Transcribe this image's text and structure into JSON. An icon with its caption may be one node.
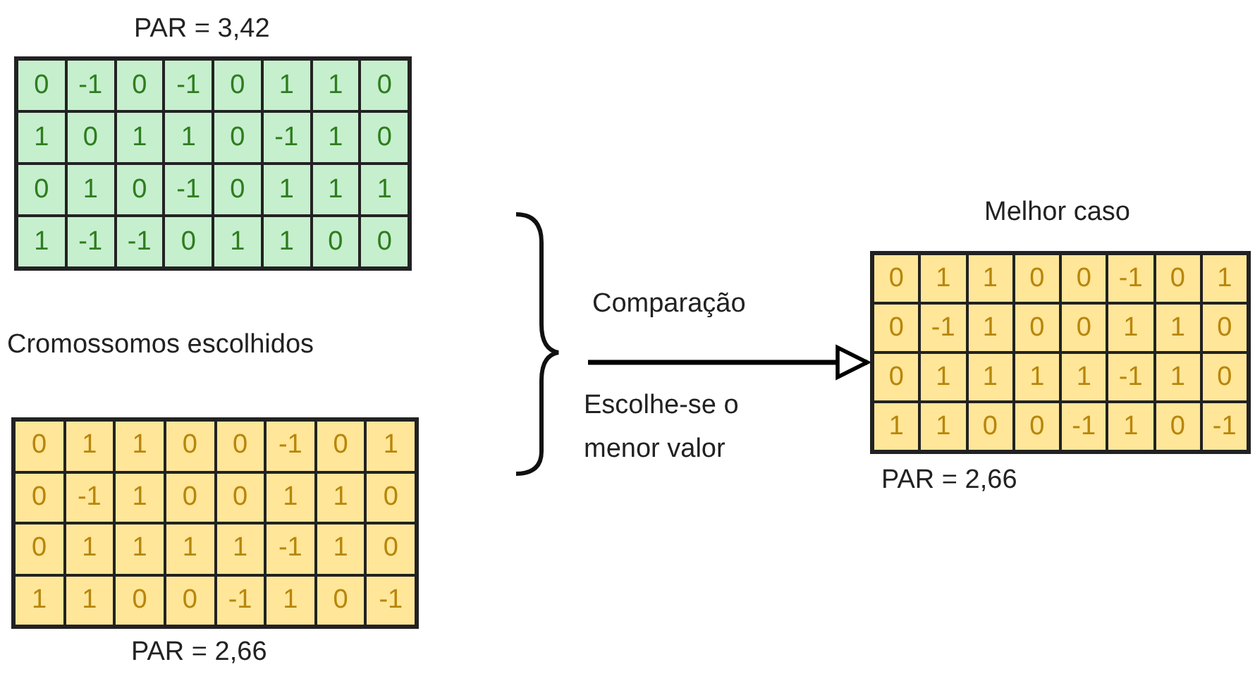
{
  "diagram": {
    "nodes": [
      {
        "text": [
          "0",
          "-1",
          "0",
          "-1",
          "0",
          "1",
          "1",
          "0",
          "1",
          "0",
          "1",
          "1",
          "0",
          "-1",
          "1",
          "0",
          "0",
          "1",
          "0",
          "-1",
          "0",
          "1",
          "1",
          "1",
          "1",
          "-1",
          "-1",
          "0",
          "1",
          "1",
          "0",
          "0"
        ],
        "beside": [
          "PAR = 3,42"
        ]
      },
      {
        "text": [
          "0",
          "1",
          "1",
          "0",
          "0",
          "-1",
          "0",
          "1",
          "0",
          "-1",
          "1",
          "0",
          "0",
          "1",
          "1",
          "0",
          "0",
          "1",
          "1",
          "1",
          "1",
          "-1",
          "1",
          "0",
          "1",
          "1",
          "0",
          "0",
          "-1",
          "1",
          "0",
          "-1"
        ],
        "beside": [
          "PAR = 2,66"
        ]
      },
      {
        "text": [
          "0",
          "1",
          "1",
          "0",
          "0",
          "-1",
          "0",
          "1",
          "0",
          "-1",
          "1",
          "0",
          "0",
          "1",
          "1",
          "0",
          "0",
          "1",
          "1",
          "1",
          "1",
          "-1",
          "1",
          "0",
          "1",
          "1",
          "0",
          "0",
          "-1",
          "1",
          "0",
          "-1"
        ],
        "beside": [
          "Melhor caso",
          "PAR = 2,66"
        ]
      }
    ],
    "edges": [
      {
        "from": null,
        "to": 2,
        "arrow": "to",
        "label": "Comparação"
      }
    ],
    "labels": [
      "Cromossomos escolhidos",
      "Escolhe-se o menor valor"
    ]
  }
}
